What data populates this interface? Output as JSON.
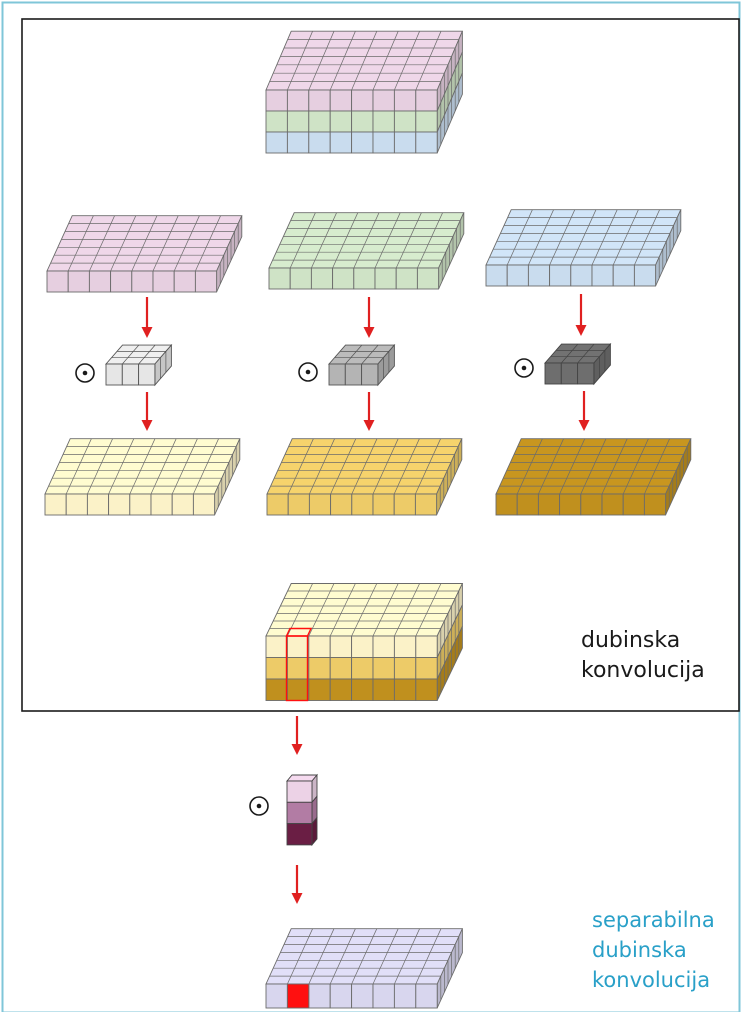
{
  "labels": {
    "depthwise": [
      "dubinska",
      "konvolucija"
    ],
    "separable": [
      "separabilna",
      "dubinska",
      "konvolucija"
    ]
  },
  "operator_symbol": "⊙",
  "colors": {
    "frame_outer": "#7fc6d8",
    "frame_inner": "#1a1a1a",
    "arrow": "#e02020",
    "highlight": "#ff1010",
    "input_channels": [
      "#e6cfe0",
      "#cfe3c6",
      "#c9dcee"
    ],
    "filters": [
      "#e6e6e6",
      "#b4b4b4",
      "#6e6e6e"
    ],
    "depthwise_outputs": [
      "#fbf2c8",
      "#edcb68",
      "#c0901e"
    ],
    "pointwise_filter": [
      "#ecd2e6",
      "#b27ca4",
      "#6a1e44"
    ],
    "final_output": "#d8d6ee",
    "label_inner": "#1a1a1a",
    "label_outer": "#29a0c8"
  }
}
